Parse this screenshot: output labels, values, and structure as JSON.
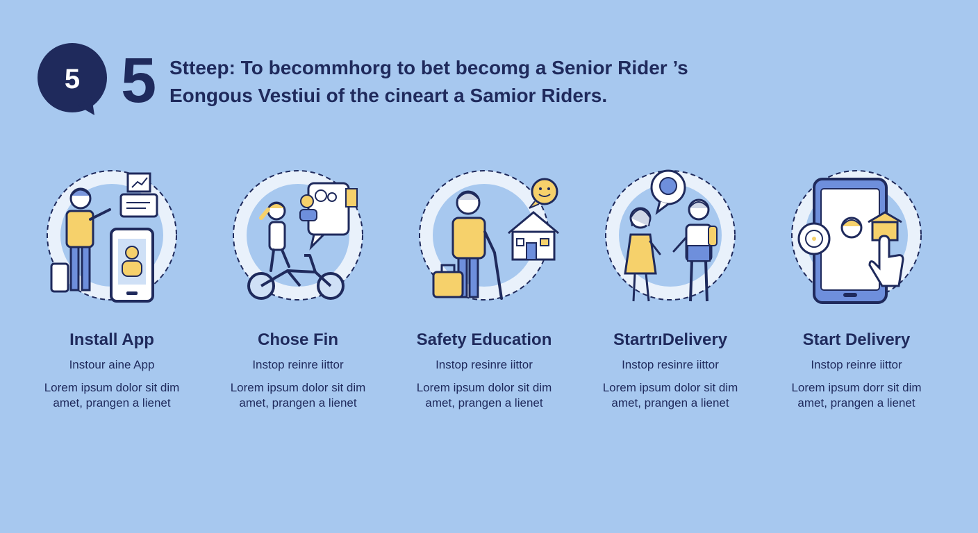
{
  "header": {
    "badge_number": "5",
    "big_number": "5",
    "title_line_1": "Stteep: To becommhorg to bet becomg a Senior Rider ’s",
    "title_line_2": "Eongous Vestiui of the cineart a Samior Riders."
  },
  "colors": {
    "background": "#a7c8ef",
    "navy": "#1f2a5c",
    "accent_yellow": "#f6d16b",
    "accent_blue": "#6e8fdc",
    "ring": "#e9f1fb"
  },
  "steps": [
    {
      "title": "Install App",
      "subtitle": "Instour aine App",
      "body_line_1": "Lorem ipsum dolor sit dim",
      "body_line_2": "amet, prangen a lienet",
      "icon": "install-app-illustration"
    },
    {
      "title": "Chose Fin",
      "subtitle": "Instop reinre iittor",
      "body_line_1": "Lorem ipsum dolor sit dim",
      "body_line_2": "amet, prangen a lienet",
      "icon": "bicycle-rider-illustration"
    },
    {
      "title": "Safety Education",
      "subtitle": "Instop resinre iittor",
      "body_line_1": "Lorem ipsum dolor sit dim",
      "body_line_2": "amet, prangen a lienet",
      "icon": "senior-house-illustration"
    },
    {
      "title": "StartrıDelivery",
      "subtitle": "Instop resinre iittor",
      "body_line_1": "Lorem ipsum dolor sit dim",
      "body_line_2": "amet, prangen a lienet",
      "icon": "two-people-chat-illustration"
    },
    {
      "title": "Start Delivery",
      "subtitle": "Instop reinre iittor",
      "body_line_1": "Lorem ipsum dorr sit dim",
      "body_line_2": "amet, prangen a lienet",
      "icon": "phone-tap-illustration"
    }
  ]
}
